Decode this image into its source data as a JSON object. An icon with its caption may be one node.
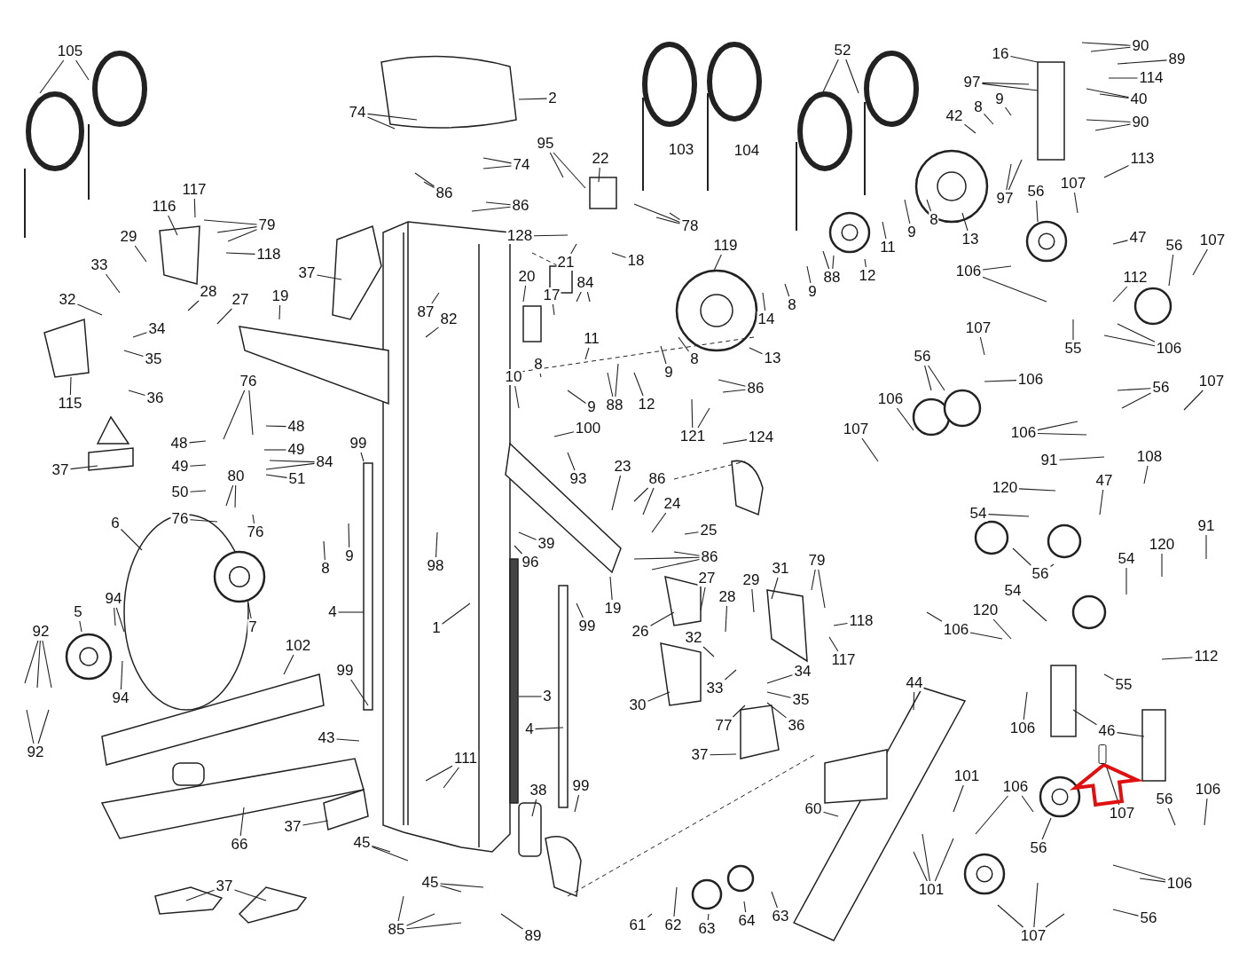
{
  "diagram": {
    "nodes": [
      {
        "text": [
          "105"
        ]
      },
      {
        "text": [
          "74"
        ]
      },
      {
        "text": [
          "2"
        ]
      },
      {
        "text": [
          "74"
        ]
      },
      {
        "text": [
          "86"
        ]
      },
      {
        "text": [
          "86"
        ]
      },
      {
        "text": [
          "117"
        ]
      },
      {
        "text": [
          "116"
        ]
      },
      {
        "text": [
          "79"
        ]
      },
      {
        "text": [
          "29"
        ]
      },
      {
        "text": [
          "118"
        ]
      },
      {
        "text": [
          "33"
        ]
      },
      {
        "text": [
          "28"
        ]
      },
      {
        "text": [
          "27"
        ]
      },
      {
        "text": [
          "19"
        ]
      },
      {
        "text": [
          "37"
        ]
      },
      {
        "text": [
          "32"
        ]
      },
      {
        "text": [
          "34"
        ]
      },
      {
        "text": [
          "35"
        ]
      },
      {
        "text": [
          "36"
        ]
      },
      {
        "text": [
          "115"
        ]
      },
      {
        "text": [
          "37"
        ]
      },
      {
        "text": [
          "52"
        ]
      },
      {
        "text": [
          "16"
        ]
      },
      {
        "text": [
          "90"
        ]
      },
      {
        "text": [
          "89"
        ]
      },
      {
        "text": [
          "97"
        ]
      },
      {
        "text": [
          "114"
        ]
      },
      {
        "text": [
          "40"
        ]
      },
      {
        "text": [
          "9"
        ]
      },
      {
        "text": [
          "8"
        ]
      },
      {
        "text": [
          "42"
        ]
      },
      {
        "text": [
          "90"
        ]
      },
      {
        "text": [
          "97"
        ]
      },
      {
        "text": [
          "113"
        ]
      },
      {
        "text": [
          "107"
        ]
      },
      {
        "text": [
          "56"
        ]
      },
      {
        "text": [
          "47"
        ]
      },
      {
        "text": [
          "56"
        ]
      },
      {
        "text": [
          "107"
        ]
      },
      {
        "text": [
          "112"
        ]
      },
      {
        "text": [
          "106"
        ]
      },
      {
        "text": [
          "55"
        ]
      },
      {
        "text": [
          "106"
        ]
      },
      {
        "text": [
          "22"
        ]
      },
      {
        "text": [
          "95"
        ]
      },
      {
        "text": [
          "78"
        ]
      },
      {
        "text": [
          "128"
        ]
      },
      {
        "text": [
          "21"
        ]
      },
      {
        "text": [
          "18"
        ]
      },
      {
        "text": [
          "119"
        ]
      },
      {
        "text": [
          "14"
        ]
      },
      {
        "text": [
          "8"
        ]
      },
      {
        "text": [
          "9"
        ]
      },
      {
        "text": [
          "88"
        ]
      },
      {
        "text": [
          "12"
        ]
      },
      {
        "text": [
          "11"
        ]
      },
      {
        "text": [
          "9"
        ]
      },
      {
        "text": [
          "8"
        ]
      },
      {
        "text": [
          "13"
        ]
      },
      {
        "text": [
          "13"
        ]
      },
      {
        "text": [
          "20"
        ]
      },
      {
        "text": [
          "17"
        ]
      },
      {
        "text": [
          "84"
        ]
      },
      {
        "text": [
          "87"
        ]
      },
      {
        "text": [
          "82"
        ]
      },
      {
        "text": [
          "11"
        ]
      },
      {
        "text": [
          "8"
        ]
      },
      {
        "text": [
          "10"
        ]
      },
      {
        "text": [
          "9"
        ]
      },
      {
        "text": [
          "88"
        ]
      },
      {
        "text": [
          "12"
        ]
      },
      {
        "text": [
          "9"
        ]
      },
      {
        "text": [
          "8"
        ]
      },
      {
        "text": [
          "86"
        ]
      },
      {
        "text": [
          "121"
        ]
      },
      {
        "text": [
          "124"
        ]
      },
      {
        "text": [
          "100"
        ]
      },
      {
        "text": [
          "93"
        ]
      },
      {
        "text": [
          "23"
        ]
      },
      {
        "text": [
          "86"
        ]
      },
      {
        "text": [
          "24"
        ]
      },
      {
        "text": [
          "25"
        ]
      },
      {
        "text": [
          "86"
        ]
      },
      {
        "text": [
          "76"
        ]
      },
      {
        "text": [
          "48"
        ]
      },
      {
        "text": [
          "48"
        ]
      },
      {
        "text": [
          "49"
        ]
      },
      {
        "text": [
          "49"
        ]
      },
      {
        "text": [
          "84"
        ]
      },
      {
        "text": [
          "51"
        ]
      },
      {
        "text": [
          "50"
        ]
      },
      {
        "text": [
          "80"
        ]
      },
      {
        "text": [
          "76"
        ]
      },
      {
        "text": [
          "76"
        ]
      },
      {
        "text": [
          "99"
        ]
      },
      {
        "text": [
          "6"
        ]
      },
      {
        "text": [
          "8"
        ]
      },
      {
        "text": [
          "9"
        ]
      },
      {
        "text": [
          "98"
        ]
      },
      {
        "text": [
          "39"
        ]
      },
      {
        "text": [
          "96"
        ]
      },
      {
        "text": [
          "19"
        ]
      },
      {
        "text": [
          "94"
        ]
      },
      {
        "text": [
          "5"
        ]
      },
      {
        "text": [
          "7"
        ]
      },
      {
        "text": [
          "92"
        ]
      },
      {
        "text": [
          "4"
        ]
      },
      {
        "text": [
          "1"
        ]
      },
      {
        "text": [
          "102"
        ]
      },
      {
        "text": [
          "94"
        ]
      },
      {
        "text": [
          "92"
        ]
      },
      {
        "text": [
          "99"
        ]
      },
      {
        "text": [
          "99"
        ]
      },
      {
        "text": [
          "26"
        ]
      },
      {
        "text": [
          "27"
        ]
      },
      {
        "text": [
          "29"
        ]
      },
      {
        "text": [
          "28"
        ]
      },
      {
        "text": [
          "31"
        ]
      },
      {
        "text": [
          "79"
        ]
      },
      {
        "text": [
          "118"
        ]
      },
      {
        "text": [
          "117"
        ]
      },
      {
        "text": [
          "32"
        ]
      },
      {
        "text": [
          "34"
        ]
      },
      {
        "text": [
          "33"
        ]
      },
      {
        "text": [
          "35"
        ]
      },
      {
        "text": [
          "77"
        ]
      },
      {
        "text": [
          "36"
        ]
      },
      {
        "text": [
          "30"
        ]
      },
      {
        "text": [
          "37"
        ]
      },
      {
        "text": [
          "3"
        ]
      },
      {
        "text": [
          "4"
        ]
      },
      {
        "text": [
          "43"
        ]
      },
      {
        "text": [
          "111"
        ]
      },
      {
        "text": [
          "38"
        ]
      },
      {
        "text": [
          "99"
        ]
      },
      {
        "text": [
          "37"
        ]
      },
      {
        "text": [
          "66"
        ]
      },
      {
        "text": [
          "45"
        ]
      },
      {
        "text": [
          "45"
        ]
      },
      {
        "text": [
          "85"
        ]
      },
      {
        "text": [
          "89"
        ]
      },
      {
        "text": [
          "37"
        ]
      },
      {
        "text": [
          "44"
        ]
      },
      {
        "text": [
          "60"
        ]
      },
      {
        "text": [
          "101"
        ]
      },
      {
        "text": [
          "101"
        ]
      },
      {
        "text": [
          "61"
        ]
      },
      {
        "text": [
          "62"
        ]
      },
      {
        "text": [
          "63"
        ]
      },
      {
        "text": [
          "64"
        ]
      },
      {
        "text": [
          "63"
        ]
      },
      {
        "text": [
          "107"
        ]
      },
      {
        "text": [
          "56"
        ]
      },
      {
        "text": [
          "106"
        ]
      },
      {
        "text": [
          "106"
        ]
      },
      {
        "text": [
          "107"
        ]
      },
      {
        "text": [
          "56"
        ]
      },
      {
        "text": [
          "107"
        ]
      },
      {
        "text": [
          "106"
        ]
      },
      {
        "text": [
          "91"
        ]
      },
      {
        "text": [
          "108"
        ]
      },
      {
        "text": [
          "47"
        ]
      },
      {
        "text": [
          "120"
        ]
      },
      {
        "text": [
          "54"
        ]
      },
      {
        "text": [
          "56"
        ]
      },
      {
        "text": [
          "91"
        ]
      },
      {
        "text": [
          "54"
        ]
      },
      {
        "text": [
          "120"
        ]
      },
      {
        "text": [
          "54"
        ]
      },
      {
        "text": [
          "120"
        ]
      },
      {
        "text": [
          "106"
        ]
      },
      {
        "text": [
          "112"
        ]
      },
      {
        "text": [
          "55"
        ]
      },
      {
        "text": [
          "106"
        ]
      },
      {
        "text": [
          "46"
        ]
      },
      {
        "text": [
          "107"
        ]
      },
      {
        "text": [
          "106"
        ]
      },
      {
        "text": [
          "56"
        ]
      },
      {
        "text": [
          "106"
        ]
      },
      {
        "text": [
          "56"
        ]
      },
      {
        "text": [
          "106"
        ]
      },
      {
        "text": [
          "56"
        ]
      },
      {
        "text": [
          "107"
        ]
      },
      {
        "text": [],
        "shape": "bar"
      },
      {
        "text": [
          "103"
        ]
      },
      {
        "text": [
          "104"
        ]
      }
    ],
    "edges": [
      {
        "from": 0,
        "to": null,
        "arrow": "none"
      },
      {
        "from": 0,
        "to": null,
        "arrow": "none"
      },
      {
        "from": 1,
        "to": null,
        "arrow": "none"
      },
      {
        "from": 1,
        "to": null,
        "arrow": "none"
      },
      {
        "from": 2,
        "to": null,
        "arrow": "none"
      },
      {
        "from": 3,
        "to": null,
        "arrow": "none"
      },
      {
        "from": 3,
        "to": null,
        "arrow": "none"
      },
      {
        "from": 4,
        "to": null,
        "arrow": "none"
      },
      {
        "from": 4,
        "to": null,
        "arrow": "none"
      },
      {
        "from": 5,
        "to": null,
        "arrow": "none"
      },
      {
        "from": 5,
        "to": null,
        "arrow": "none"
      },
      {
        "from": 6,
        "to": null,
        "arrow": "none"
      },
      {
        "from": 7,
        "to": null,
        "arrow": "none"
      },
      {
        "from": 8,
        "to": null,
        "arrow": "none"
      },
      {
        "from": 8,
        "to": null,
        "arrow": "none"
      },
      {
        "from": 8,
        "to": null,
        "arrow": "none"
      },
      {
        "from": 9,
        "to": null,
        "arrow": "none"
      },
      {
        "from": 10,
        "to": null,
        "arrow": "none"
      },
      {
        "from": 11,
        "to": null,
        "arrow": "none"
      },
      {
        "from": 12,
        "to": null,
        "arrow": "none"
      },
      {
        "from": 13,
        "to": null,
        "arrow": "none"
      },
      {
        "from": 14,
        "to": null,
        "arrow": "none"
      },
      {
        "from": 15,
        "to": null,
        "arrow": "none"
      },
      {
        "from": 16,
        "to": null,
        "arrow": "none"
      },
      {
        "from": 17,
        "to": null,
        "arrow": "none"
      },
      {
        "from": 18,
        "to": null,
        "arrow": "none"
      },
      {
        "from": 19,
        "to": null,
        "arrow": "none"
      },
      {
        "from": 20,
        "to": null,
        "arrow": "none"
      },
      {
        "from": 21,
        "to": null,
        "arrow": "none"
      },
      {
        "from": 22,
        "to": null,
        "arrow": "none"
      },
      {
        "from": 22,
        "to": null,
        "arrow": "none"
      },
      {
        "from": 23,
        "to": null,
        "arrow": "none"
      },
      {
        "from": 24,
        "to": null,
        "arrow": "none"
      },
      {
        "from": 24,
        "to": null,
        "arrow": "none"
      },
      {
        "from": 25,
        "to": null,
        "arrow": "none"
      },
      {
        "from": 26,
        "to": null,
        "arrow": "none"
      },
      {
        "from": 26,
        "to": null,
        "arrow": "none"
      },
      {
        "from": 27,
        "to": null,
        "arrow": "none"
      },
      {
        "from": 28,
        "to": null,
        "arrow": "none"
      },
      {
        "from": 28,
        "to": null,
        "arrow": "none"
      },
      {
        "from": 29,
        "to": null,
        "arrow": "none"
      },
      {
        "from": 30,
        "to": null,
        "arrow": "none"
      },
      {
        "from": 31,
        "to": null,
        "arrow": "none"
      },
      {
        "from": 32,
        "to": null,
        "arrow": "none"
      },
      {
        "from": 32,
        "to": null,
        "arrow": "none"
      },
      {
        "from": 33,
        "to": null,
        "arrow": "none"
      },
      {
        "from": 33,
        "to": null,
        "arrow": "none"
      },
      {
        "from": 34,
        "to": null,
        "arrow": "none"
      },
      {
        "from": 35,
        "to": null,
        "arrow": "none"
      },
      {
        "from": 36,
        "to": null,
        "arrow": "none"
      },
      {
        "from": 37,
        "to": null,
        "arrow": "none"
      },
      {
        "from": 38,
        "to": null,
        "arrow": "none"
      },
      {
        "from": 39,
        "to": null,
        "arrow": "none"
      },
      {
        "from": 40,
        "to": null,
        "arrow": "none"
      },
      {
        "from": 41,
        "to": null,
        "arrow": "none"
      },
      {
        "from": 41,
        "to": null,
        "arrow": "none"
      },
      {
        "from": 42,
        "to": null,
        "arrow": "none"
      },
      {
        "from": 43,
        "to": null,
        "arrow": "none"
      },
      {
        "from": 43,
        "to": null,
        "arrow": "none"
      },
      {
        "from": 44,
        "to": null,
        "arrow": "none"
      },
      {
        "from": 45,
        "to": null,
        "arrow": "none"
      },
      {
        "from": 45,
        "to": null,
        "arrow": "none"
      },
      {
        "from": 46,
        "to": null,
        "arrow": "none"
      },
      {
        "from": 46,
        "to": null,
        "arrow": "none"
      },
      {
        "from": 46,
        "to": null,
        "arrow": "none"
      },
      {
        "from": 47,
        "to": null,
        "arrow": "none"
      },
      {
        "from": 48,
        "to": null,
        "arrow": "none"
      },
      {
        "from": 49,
        "to": null,
        "arrow": "none"
      },
      {
        "from": 50,
        "to": null,
        "arrow": "none"
      },
      {
        "from": 51,
        "to": null,
        "arrow": "none"
      },
      {
        "from": 52,
        "to": null,
        "arrow": "none"
      },
      {
        "from": 53,
        "to": null,
        "arrow": "none"
      },
      {
        "from": 54,
        "to": null,
        "arrow": "none"
      },
      {
        "from": 54,
        "to": null,
        "arrow": "none"
      },
      {
        "from": 55,
        "to": null,
        "arrow": "none"
      },
      {
        "from": 56,
        "to": null,
        "arrow": "none"
      },
      {
        "from": 57,
        "to": null,
        "arrow": "none"
      },
      {
        "from": 58,
        "to": null,
        "arrow": "none"
      },
      {
        "from": 59,
        "to": null,
        "arrow": "none"
      },
      {
        "from": 60,
        "to": null,
        "arrow": "none"
      },
      {
        "from": 61,
        "to": null,
        "arrow": "none"
      },
      {
        "from": 62,
        "to": null,
        "arrow": "none"
      },
      {
        "from": 63,
        "to": null,
        "arrow": "none"
      },
      {
        "from": 63,
        "to": null,
        "arrow": "none"
      },
      {
        "from": 64,
        "to": null,
        "arrow": "none"
      },
      {
        "from": 65,
        "to": null,
        "arrow": "none"
      },
      {
        "from": 66,
        "to": null,
        "arrow": "none"
      },
      {
        "from": 67,
        "to": null,
        "arrow": "none"
      },
      {
        "from": 68,
        "to": null,
        "arrow": "none"
      },
      {
        "from": 69,
        "to": null,
        "arrow": "none"
      },
      {
        "from": 70,
        "to": null,
        "arrow": "none"
      },
      {
        "from": 70,
        "to": null,
        "arrow": "none"
      },
      {
        "from": 71,
        "to": null,
        "arrow": "none"
      },
      {
        "from": 72,
        "to": null,
        "arrow": "none"
      },
      {
        "from": 73,
        "to": null,
        "arrow": "none"
      },
      {
        "from": 74,
        "to": null,
        "arrow": "none"
      },
      {
        "from": 74,
        "to": null,
        "arrow": "none"
      },
      {
        "from": 75,
        "to": null,
        "arrow": "none"
      },
      {
        "from": 75,
        "to": null,
        "arrow": "none"
      },
      {
        "from": 76,
        "to": null,
        "arrow": "none"
      },
      {
        "from": 77,
        "to": null,
        "arrow": "none"
      },
      {
        "from": 78,
        "to": null,
        "arrow": "none"
      },
      {
        "from": 79,
        "to": null,
        "arrow": "none"
      },
      {
        "from": 80,
        "to": null,
        "arrow": "none"
      },
      {
        "from": 80,
        "to": null,
        "arrow": "none"
      },
      {
        "from": 81,
        "to": null,
        "arrow": "none"
      },
      {
        "from": 82,
        "to": null,
        "arrow": "none"
      },
      {
        "from": 83,
        "to": null,
        "arrow": "none"
      },
      {
        "from": 83,
        "to": null,
        "arrow": "none"
      },
      {
        "from": 83,
        "to": null,
        "arrow": "none"
      },
      {
        "from": 84,
        "to": null,
        "arrow": "none"
      },
      {
        "from": 84,
        "to": null,
        "arrow": "none"
      },
      {
        "from": 85,
        "to": null,
        "arrow": "none"
      },
      {
        "from": 86,
        "to": null,
        "arrow": "none"
      },
      {
        "from": 87,
        "to": null,
        "arrow": "none"
      },
      {
        "from": 88,
        "to": null,
        "arrow": "none"
      },
      {
        "from": 89,
        "to": null,
        "arrow": "none"
      },
      {
        "from": 89,
        "to": null,
        "arrow": "none"
      },
      {
        "from": 90,
        "to": null,
        "arrow": "none"
      },
      {
        "from": 91,
        "to": null,
        "arrow": "none"
      },
      {
        "from": 92,
        "to": null,
        "arrow": "none"
      },
      {
        "from": 92,
        "to": null,
        "arrow": "none"
      },
      {
        "from": 93,
        "to": null,
        "arrow": "none"
      },
      {
        "from": 94,
        "to": null,
        "arrow": "none"
      },
      {
        "from": 95,
        "to": null,
        "arrow": "none"
      },
      {
        "from": 96,
        "to": null,
        "arrow": "none"
      },
      {
        "from": 97,
        "to": null,
        "arrow": "none"
      },
      {
        "from": 98,
        "to": null,
        "arrow": "none"
      },
      {
        "from": 99,
        "to": null,
        "arrow": "none"
      },
      {
        "from": 100,
        "to": null,
        "arrow": "none"
      },
      {
        "from": 101,
        "to": null,
        "arrow": "none"
      },
      {
        "from": 102,
        "to": null,
        "arrow": "none"
      },
      {
        "from": 103,
        "to": null,
        "arrow": "none"
      },
      {
        "from": 103,
        "to": null,
        "arrow": "none"
      },
      {
        "from": 104,
        "to": null,
        "arrow": "none"
      },
      {
        "from": 105,
        "to": null,
        "arrow": "none"
      },
      {
        "from": 106,
        "to": null,
        "arrow": "none"
      },
      {
        "from": 106,
        "to": null,
        "arrow": "none"
      },
      {
        "from": 106,
        "to": null,
        "arrow": "none"
      },
      {
        "from": 107,
        "to": null,
        "arrow": "none"
      },
      {
        "from": 108,
        "to": null,
        "arrow": "none"
      },
      {
        "from": 109,
        "to": null,
        "arrow": "none"
      },
      {
        "from": 110,
        "to": null,
        "arrow": "none"
      },
      {
        "from": 111,
        "to": null,
        "arrow": "none"
      },
      {
        "from": 111,
        "to": null,
        "arrow": "none"
      },
      {
        "from": 112,
        "to": null,
        "arrow": "none"
      },
      {
        "from": 113,
        "to": null,
        "arrow": "none"
      },
      {
        "from": 114,
        "to": null,
        "arrow": "none"
      },
      {
        "from": 115,
        "to": null,
        "arrow": "none"
      },
      {
        "from": 116,
        "to": null,
        "arrow": "none"
      },
      {
        "from": 117,
        "to": null,
        "arrow": "none"
      },
      {
        "from": 118,
        "to": null,
        "arrow": "none"
      },
      {
        "from": 119,
        "to": null,
        "arrow": "none"
      },
      {
        "from": 119,
        "to": null,
        "arrow": "none"
      },
      {
        "from": 120,
        "to": null,
        "arrow": "none"
      },
      {
        "from": 121,
        "to": null,
        "arrow": "none"
      },
      {
        "from": 122,
        "to": null,
        "arrow": "none"
      },
      {
        "from": 123,
        "to": null,
        "arrow": "none"
      },
      {
        "from": 124,
        "to": null,
        "arrow": "none"
      },
      {
        "from": 125,
        "to": null,
        "arrow": "none"
      },
      {
        "from": 126,
        "to": null,
        "arrow": "none"
      },
      {
        "from": 127,
        "to": null,
        "arrow": "none"
      },
      {
        "from": 128,
        "to": null,
        "arrow": "none"
      },
      {
        "from": 129,
        "to": null,
        "arrow": "none"
      },
      {
        "from": 130,
        "to": null,
        "arrow": "none"
      },
      {
        "from": 131,
        "to": null,
        "arrow": "none"
      },
      {
        "from": 132,
        "to": null,
        "arrow": "none"
      },
      {
        "from": 133,
        "to": null,
        "arrow": "none"
      },
      {
        "from": 133,
        "to": null,
        "arrow": "none"
      },
      {
        "from": 134,
        "to": null,
        "arrow": "none"
      },
      {
        "from": 135,
        "to": null,
        "arrow": "none"
      },
      {
        "from": 136,
        "to": null,
        "arrow": "none"
      },
      {
        "from": 137,
        "to": null,
        "arrow": "none"
      },
      {
        "from": 138,
        "to": null,
        "arrow": "none"
      },
      {
        "from": 138,
        "to": null,
        "arrow": "none"
      },
      {
        "from": 139,
        "to": null,
        "arrow": "none"
      },
      {
        "from": 139,
        "to": null,
        "arrow": "none"
      },
      {
        "from": 140,
        "to": null,
        "arrow": "none"
      },
      {
        "from": 140,
        "to": null,
        "arrow": "none"
      },
      {
        "from": 140,
        "to": null,
        "arrow": "none"
      },
      {
        "from": 141,
        "to": null,
        "arrow": "none"
      },
      {
        "from": 142,
        "to": null,
        "arrow": "none"
      },
      {
        "from": 142,
        "to": null,
        "arrow": "none"
      },
      {
        "from": 143,
        "to": null,
        "arrow": "none"
      },
      {
        "from": 144,
        "to": null,
        "arrow": "none"
      },
      {
        "from": 145,
        "to": null,
        "arrow": "none"
      },
      {
        "from": 146,
        "to": null,
        "arrow": "none"
      },
      {
        "from": 146,
        "to": null,
        "arrow": "none"
      },
      {
        "from": 146,
        "to": null,
        "arrow": "none"
      },
      {
        "from": 147,
        "to": null,
        "arrow": "none"
      },
      {
        "from": 148,
        "to": null,
        "arrow": "none"
      },
      {
        "from": 149,
        "to": null,
        "arrow": "none"
      },
      {
        "from": 150,
        "to": null,
        "arrow": "none"
      },
      {
        "from": 151,
        "to": null,
        "arrow": "none"
      },
      {
        "from": 152,
        "to": null,
        "arrow": "none"
      },
      {
        "from": 153,
        "to": null,
        "arrow": "none"
      },
      {
        "from": 153,
        "to": null,
        "arrow": "none"
      },
      {
        "from": 154,
        "to": null,
        "arrow": "none"
      },
      {
        "from": 155,
        "to": null,
        "arrow": "none"
      },
      {
        "from": 156,
        "to": null,
        "arrow": "none"
      },
      {
        "from": 157,
        "to": null,
        "arrow": "none"
      },
      {
        "from": 157,
        "to": null,
        "arrow": "none"
      },
      {
        "from": 158,
        "to": null,
        "arrow": "none"
      },
      {
        "from": 159,
        "to": null,
        "arrow": "none"
      },
      {
        "from": 159,
        "to": null,
        "arrow": "none"
      },
      {
        "from": 160,
        "to": null,
        "arrow": "none"
      },
      {
        "from": 161,
        "to": null,
        "arrow": "none"
      },
      {
        "from": 162,
        "to": null,
        "arrow": "none"
      },
      {
        "from": 163,
        "to": null,
        "arrow": "none"
      },
      {
        "from": 164,
        "to": null,
        "arrow": "none"
      },
      {
        "from": 165,
        "to": null,
        "arrow": "none"
      },
      {
        "from": 165,
        "to": null,
        "arrow": "none"
      },
      {
        "from": 166,
        "to": null,
        "arrow": "none"
      },
      {
        "from": 167,
        "to": null,
        "arrow": "none"
      },
      {
        "from": 168,
        "to": null,
        "arrow": "none"
      },
      {
        "from": 169,
        "to": null,
        "arrow": "none"
      },
      {
        "from": 170,
        "to": null,
        "arrow": "none"
      },
      {
        "from": 171,
        "to": null,
        "arrow": "none"
      },
      {
        "from": 171,
        "to": null,
        "arrow": "none"
      },
      {
        "from": 172,
        "to": null,
        "arrow": "none"
      },
      {
        "from": 173,
        "to": null,
        "arrow": "none"
      },
      {
        "from": 174,
        "to": null,
        "arrow": "none"
      },
      {
        "from": 175,
        "to": null,
        "arrow": "none"
      },
      {
        "from": 175,
        "to": null,
        "arrow": "none"
      },
      {
        "from": 176,
        "to": 184,
        "arrow": "none"
      },
      {
        "from": 177,
        "to": null,
        "arrow": "none"
      },
      {
        "from": 177,
        "to": null,
        "arrow": "none"
      },
      {
        "from": 178,
        "to": null,
        "arrow": "none"
      },
      {
        "from": 179,
        "to": null,
        "arrow": "none"
      },
      {
        "from": 180,
        "to": null,
        "arrow": "none"
      },
      {
        "from": 181,
        "to": null,
        "arrow": "none"
      },
      {
        "from": 181,
        "to": null,
        "arrow": "none"
      },
      {
        "from": 182,
        "to": null,
        "arrow": "none"
      },
      {
        "from": 183,
        "to": null,
        "arrow": "none"
      },
      {
        "from": 183,
        "to": null,
        "arrow": "none"
      },
      {
        "from": 183,
        "to": null,
        "arrow": "none"
      },
      {
        "from": null,
        "to": 184,
        "arrow": "to",
        "style": "thick",
        "color": "#e01010"
      }
    ]
  }
}
